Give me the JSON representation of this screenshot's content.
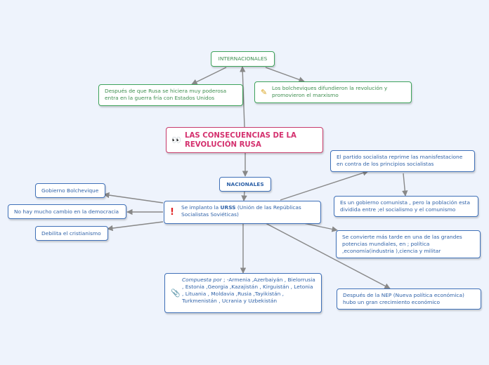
{
  "center": {
    "title": "LAS CONSECUENCIAS DE LA REVOLUCIÓN RUSA",
    "icon": "eyes-icon"
  },
  "internacionales": {
    "label": "INTERNACIONALES",
    "children": [
      "Después de que Rusa se hiciera muy poderosa entra en la guerra fría con Estados Unidos",
      "Los bolcheviques difundieron la revolución y promovieron el marxismo"
    ],
    "child_icon": "pencil-icon"
  },
  "nacionales": {
    "label": "NACIONALES"
  },
  "urss": {
    "icon": "exclamation-icon",
    "prefix": "Se implanto la ",
    "bold": "URSS",
    "suffix": " (Unión de las Repúblicas Socialistas Soviéticas)"
  },
  "left_items": [
    "Gobierno Bolchevique",
    "No hay mucho cambio en la democracia",
    "Debilita el cristianismo"
  ],
  "right_items": [
    "El partido socialista reprime las manisfestacione en contra de los principios socialistas",
    "Es un gobierno comunista , pero la población esta dividida entre ;el socialismo y el comunismo",
    "Se convierte más tarde en una de las grandes potencias mundiales, en ; política ,economía(industria ),ciencia y militar",
    "Después de la NEP (Nueva política económica) hubo un gran crecimiento económico"
  ],
  "composition": {
    "icon": "paperclip-icon",
    "italic": "Compuesta por",
    "text": " ; -Armenia ,Azerbaiyán , Bielorrusia , Estonia ,Georgia ,Kazajistán , Kirguistán , Letonia , Lituania , Moldavia ,Rusia ,Tayikistán , Turkmenistán , Ucrania  y Uzbekistán"
  },
  "colors": {
    "background": "#eef3fc",
    "accent_pink": "#d4306e",
    "green": "#3ea35c",
    "blue": "#3f70b8",
    "connector": "#888888"
  }
}
